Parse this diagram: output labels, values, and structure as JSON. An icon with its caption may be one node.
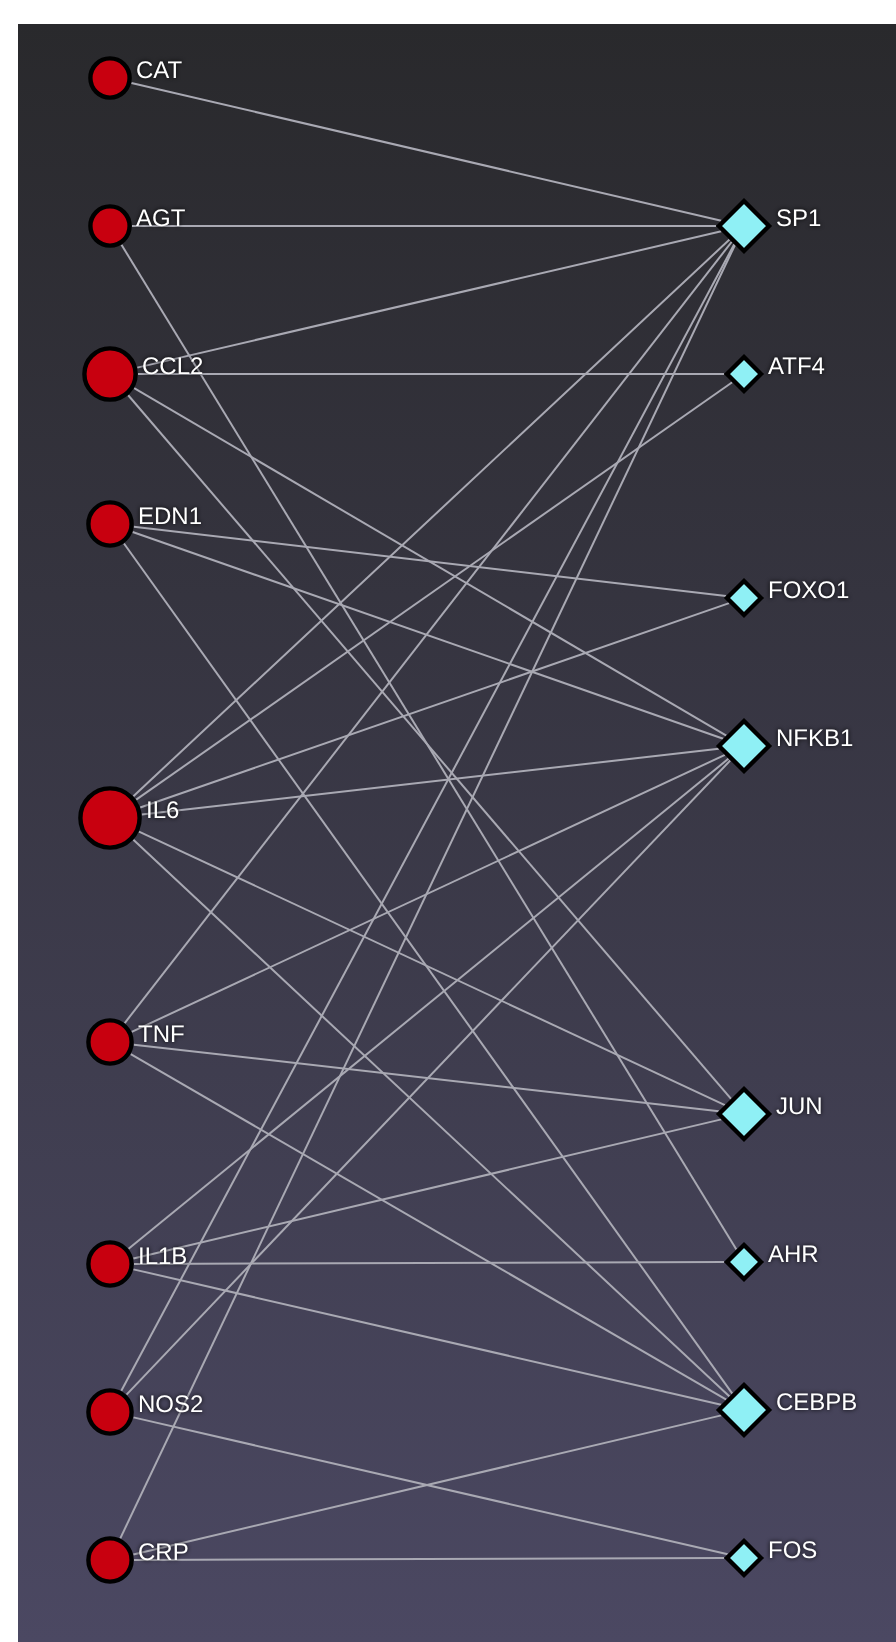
{
  "diagram": {
    "nodes": [
      {
        "text": [
          "CAT"
        ]
      },
      {
        "text": [
          "AGT"
        ]
      },
      {
        "text": [
          "CCL2"
        ]
      },
      {
        "text": [
          "EDN1"
        ]
      },
      {
        "text": [
          "IL6"
        ]
      },
      {
        "text": [
          "TNF"
        ]
      },
      {
        "text": [
          "IL1B"
        ]
      },
      {
        "text": [
          "NOS2"
        ]
      },
      {
        "text": [
          "CRP"
        ]
      },
      {
        "text": [
          "SP1"
        ]
      },
      {
        "text": [
          "ATF4"
        ]
      },
      {
        "text": [
          "FOXO1"
        ]
      },
      {
        "text": [
          "NFKB1"
        ]
      },
      {
        "text": [
          "JUN"
        ]
      },
      {
        "text": [
          "AHR"
        ]
      },
      {
        "text": [
          "CEBPB"
        ]
      },
      {
        "text": [
          "FOS"
        ]
      }
    ],
    "edges": [
      {
        "from": 0,
        "to": 9,
        "arrow": "none"
      },
      {
        "from": 1,
        "to": 9,
        "arrow": "none"
      },
      {
        "from": 1,
        "to": 14,
        "arrow": "none"
      },
      {
        "from": 2,
        "to": 9,
        "arrow": "none"
      },
      {
        "from": 2,
        "to": 10,
        "arrow": "none"
      },
      {
        "from": 2,
        "to": 12,
        "arrow": "none"
      },
      {
        "from": 2,
        "to": 13,
        "arrow": "none"
      },
      {
        "from": 3,
        "to": 11,
        "arrow": "none"
      },
      {
        "from": 3,
        "to": 12,
        "arrow": "none"
      },
      {
        "from": 3,
        "to": 15,
        "arrow": "none"
      },
      {
        "from": 4,
        "to": 9,
        "arrow": "none"
      },
      {
        "from": 4,
        "to": 10,
        "arrow": "none"
      },
      {
        "from": 4,
        "to": 11,
        "arrow": "none"
      },
      {
        "from": 4,
        "to": 12,
        "arrow": "none"
      },
      {
        "from": 4,
        "to": 13,
        "arrow": "none"
      },
      {
        "from": 4,
        "to": 15,
        "arrow": "none"
      },
      {
        "from": 5,
        "to": 9,
        "arrow": "none"
      },
      {
        "from": 5,
        "to": 12,
        "arrow": "none"
      },
      {
        "from": 5,
        "to": 13,
        "arrow": "none"
      },
      {
        "from": 5,
        "to": 15,
        "arrow": "none"
      },
      {
        "from": 6,
        "to": 12,
        "arrow": "none"
      },
      {
        "from": 6,
        "to": 13,
        "arrow": "none"
      },
      {
        "from": 6,
        "to": 14,
        "arrow": "none"
      },
      {
        "from": 6,
        "to": 15,
        "arrow": "none"
      },
      {
        "from": 7,
        "to": 9,
        "arrow": "none"
      },
      {
        "from": 7,
        "to": 12,
        "arrow": "none"
      },
      {
        "from": 7,
        "to": 16,
        "arrow": "none"
      },
      {
        "from": 8,
        "to": 9,
        "arrow": "none"
      },
      {
        "from": 8,
        "to": 15,
        "arrow": "none"
      },
      {
        "from": 8,
        "to": 16,
        "arrow": "none"
      }
    ]
  }
}
